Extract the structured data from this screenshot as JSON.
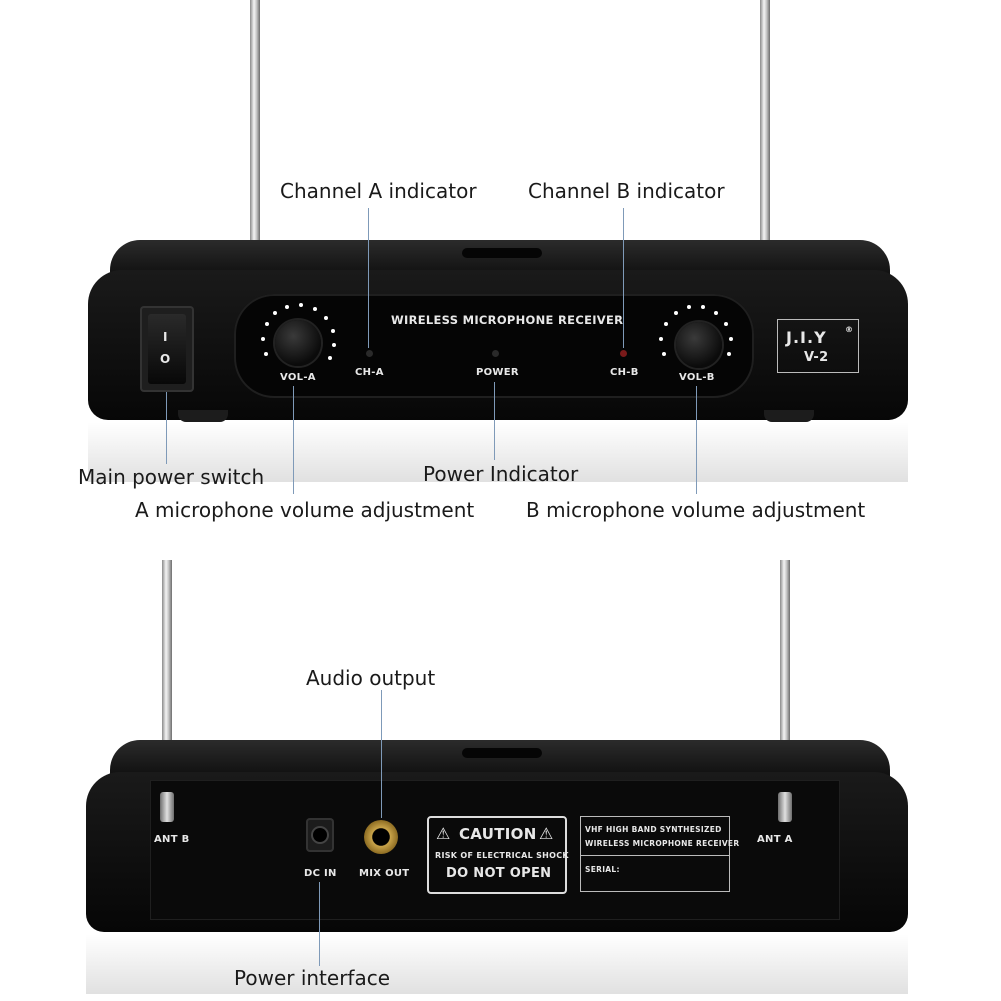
{
  "front_panel": {
    "title": "WIRELESS MICROPHONE RECEIVER",
    "vol_a": "VOL-A",
    "ch_a": "CH-A",
    "power": "POWER",
    "ch_b": "CH-B",
    "vol_b": "VOL-B",
    "brand": "J.I.Y",
    "registered_mark": "®",
    "model": "V-2",
    "switch_on_symbol": "I",
    "switch_off_symbol": "O"
  },
  "rear_panel": {
    "ant_b": "ANT B",
    "dc_in": "DC IN",
    "mix_out": "MIX OUT",
    "caution_title": "CAUTION",
    "caution_line1": "RISK OF ELECTRICAL SHOCK",
    "caution_line2": "DO NOT OPEN",
    "label_line1": "VHF HIGH BAND SYNTHESIZED",
    "label_line2": "WIRELESS MICROPHONE RECEIVER",
    "serial": "SERIAL:",
    "ant_a": "ANT A"
  },
  "callouts": {
    "channel_a_indicator": "Channel A indicator",
    "channel_b_indicator": "Channel B indicator",
    "main_power_switch": "Main power switch",
    "power_indicator": "Power Indicator",
    "a_mic_volume": "A microphone volume adjustment",
    "b_mic_volume": "B microphone volume adjustment",
    "audio_output": "Audio output",
    "power_interface": "Power interface"
  },
  "colors": {
    "device_body": "#111111",
    "panel_text": "#e8e8e8",
    "leader_line": "#7f9ab8",
    "jack_gold": "#c9a44a",
    "led_red": "#7a1a1a"
  }
}
